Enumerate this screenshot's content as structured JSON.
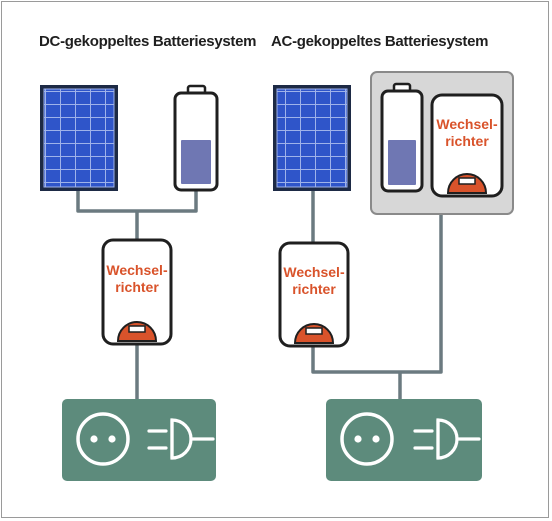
{
  "diagram": {
    "dc_system": {
      "title": "DC-gekoppeltes Batteriesystem",
      "inverter_label_line1": "Wechsel-",
      "inverter_label_line2": "richter"
    },
    "ac_system": {
      "title": "AC-gekoppeltes Batteriesystem",
      "inverter_label_line1": "Wechsel-",
      "inverter_label_line2": "richter",
      "battery_inverter_label_line1": "Wechsel-",
      "battery_inverter_label_line2": "richter"
    },
    "icons": [
      "solar-panel-icon",
      "battery-icon",
      "inverter-icon",
      "socket-icon",
      "plug-icon"
    ],
    "colors": {
      "panel_blue": "#2f55c9",
      "panel_frame": "#1d2a45",
      "battery_fill": "#6f77b3",
      "inverter_orange": "#d9532b",
      "grid_green": "#5d8b7c",
      "line_gray": "#6b7a80",
      "enclosure_gray": "#d7d7d7"
    }
  }
}
